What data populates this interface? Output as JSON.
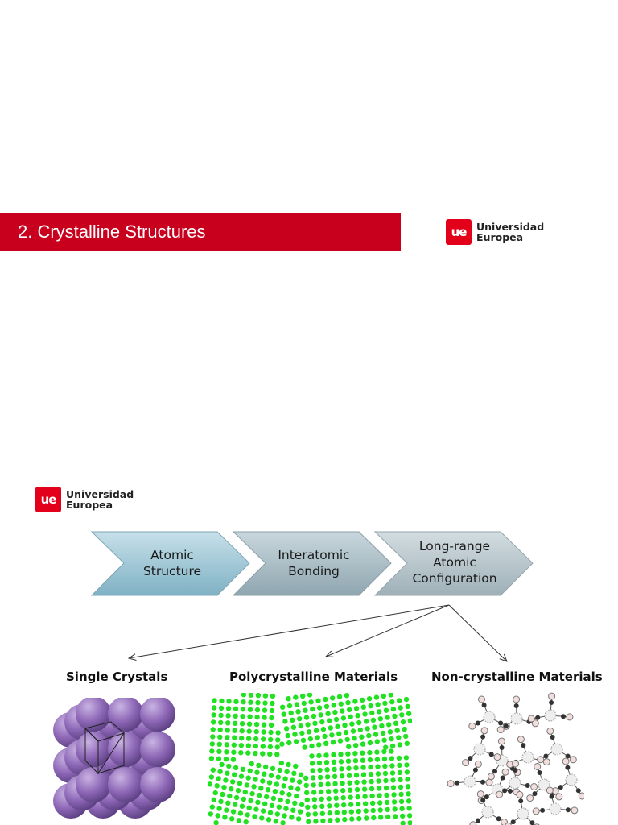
{
  "title_bar": {
    "text": "2. Crystalline Structures",
    "color": "#c8001e"
  },
  "logo": {
    "mark": "ue",
    "line1": "Universidad",
    "line2": "Europea",
    "color": "#e3001b"
  },
  "flow": {
    "steps": [
      {
        "line1": "Atomic",
        "line2": "Structure",
        "line3": "",
        "fill": "#8fbfcf"
      },
      {
        "line1": "Interatomic",
        "line2": "Bonding",
        "line3": "",
        "fill": "#9fb4bd"
      },
      {
        "line1": "Long-range",
        "line2": "Atomic",
        "line3": "Configuration",
        "fill": "#adbcc3"
      }
    ]
  },
  "categories": [
    {
      "heading": "Single Crystals",
      "image_icon": "packed-spheres-crystal-icon"
    },
    {
      "heading": "Polycrystalline Materials",
      "image_icon": "green-dot-grains-icon"
    },
    {
      "heading": "Non-crystalline Materials",
      "image_icon": "amorphous-network-icon"
    }
  ]
}
